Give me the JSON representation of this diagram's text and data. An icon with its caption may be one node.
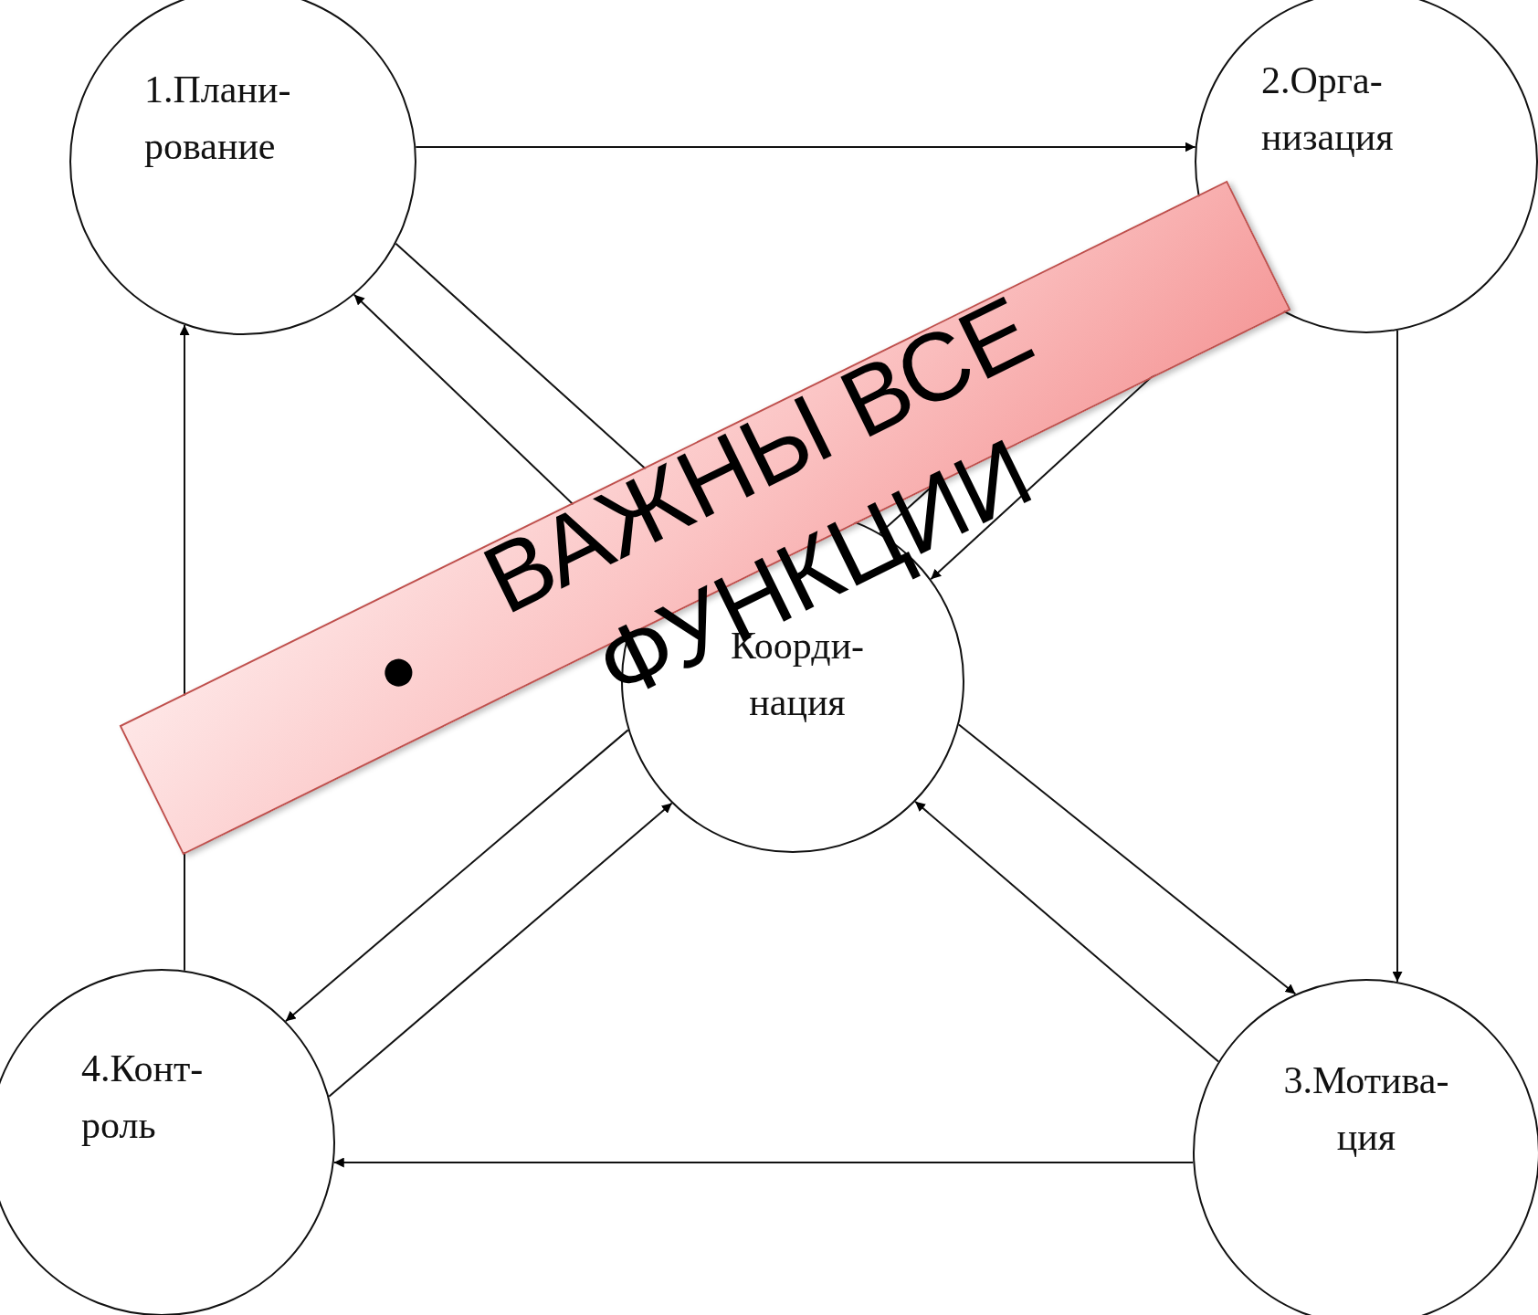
{
  "diagram": {
    "nodes": [
      {
        "text": [
          "1.Плани- рование"
        ]
      },
      {
        "text": [
          "2.Орга- низация"
        ]
      },
      {
        "text": [
          "3.Мотива- ция"
        ]
      },
      {
        "text": [
          "4.Конт- роль"
        ]
      },
      {
        "text": [
          "Коорди- нация"
        ]
      }
    ],
    "labels": [
      "ВАЖНЫ ВСЕ ФУНКЦИИ"
    ],
    "edges": [
      {
        "from": 0,
        "to": 1,
        "arrow": "to"
      },
      {
        "from": 1,
        "to": 2,
        "arrow": "to"
      },
      {
        "from": 2,
        "to": 3,
        "arrow": "to"
      },
      {
        "from": 3,
        "to": 0,
        "arrow": "to"
      },
      {
        "from": 4,
        "to": 0,
        "arrow": "to"
      },
      {
        "from": 0,
        "to": 4,
        "arrow": "to"
      },
      {
        "from": 1,
        "to": 4,
        "arrow": "to"
      },
      {
        "from": 4,
        "to": 1,
        "arrow": "to"
      },
      {
        "from": 4,
        "to": 3,
        "arrow": "to"
      },
      {
        "from": 3,
        "to": 4,
        "arrow": "to"
      },
      {
        "from": 4,
        "to": 2,
        "arrow": "to"
      },
      {
        "from": 2,
        "to": 4,
        "arrow": "to"
      }
    ]
  }
}
